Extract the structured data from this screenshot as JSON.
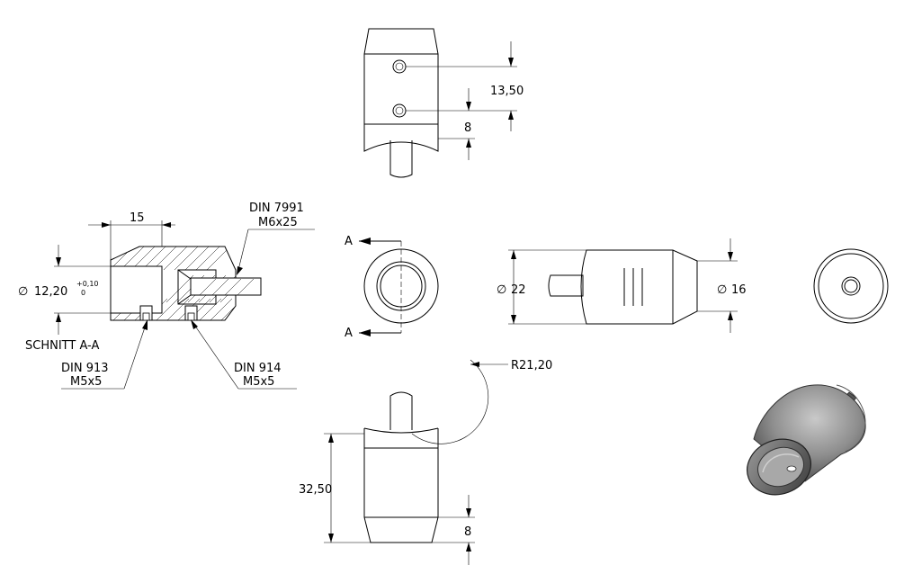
{
  "dimensions": {
    "top_spacing": "13,50",
    "top_offset": "8",
    "section_length": "15",
    "bore_diameter_symbol": "∅",
    "bore_diameter": "12,20",
    "bore_tol_upper": "+0,10",
    "bore_tol_lower": "0",
    "outer_diameter_symbol": "∅",
    "outer_diameter": "22",
    "small_diameter_symbol": "∅",
    "small_diameter": "16",
    "radius": "R21,20",
    "front_length": "32,50",
    "front_offset": "8"
  },
  "callouts": {
    "din7991_title": "DIN 7991",
    "din7991_size": "M6x25",
    "din913_title": "DIN 913",
    "din913_size": "M5x5",
    "din914_title": "DIN 914",
    "din914_size": "M5x5"
  },
  "section": {
    "label": "SCHNITT A-A",
    "cut_marker_top": "A",
    "cut_marker_bottom": "A"
  }
}
